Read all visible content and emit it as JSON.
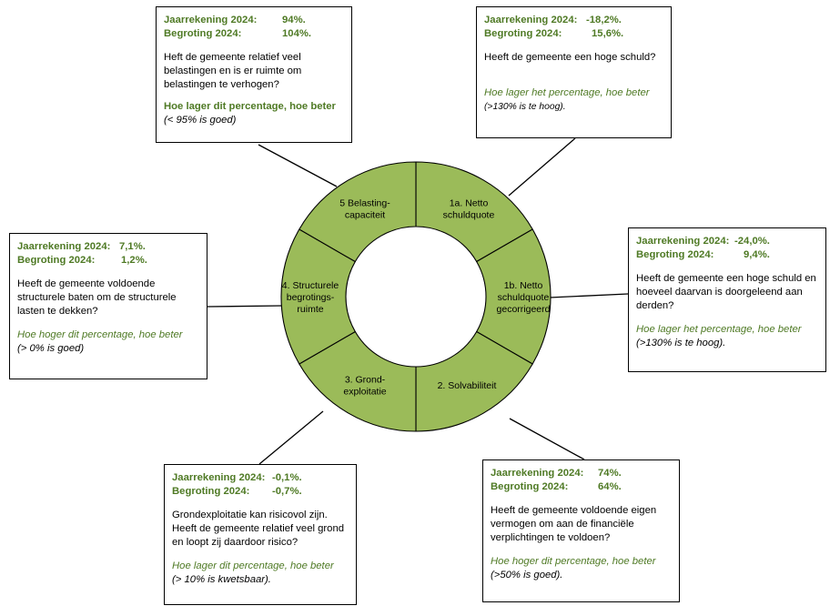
{
  "wheel": {
    "fill": "#9bbb59",
    "segments": [
      {
        "id": "1a",
        "lines": [
          "1a. Netto",
          "schuldquote"
        ]
      },
      {
        "id": "1b",
        "lines": [
          "1b. Netto",
          "schuldquote",
          "gecorrigeerd"
        ]
      },
      {
        "id": "2",
        "lines": [
          "2. Solvabiliteit"
        ]
      },
      {
        "id": "3",
        "lines": [
          "3. Grond-",
          "exploitatie"
        ]
      },
      {
        "id": "4",
        "lines": [
          "4. Structurele",
          "begrotings-",
          "ruimte"
        ]
      },
      {
        "id": "5",
        "lines": [
          "5 Belasting-",
          "capaciteit"
        ]
      }
    ]
  },
  "boxes": {
    "belasting": {
      "jaar_label": "Jaarrekening 2024:",
      "jaar_value": "94%.",
      "begr_label": "Begroting 2024:",
      "begr_value": "104%.",
      "question": "Heft de gemeente relatief veel belastingen en is er ruimte om belastingen te verhogen?",
      "hint": "Hoe lager dit percentage, hoe beter",
      "note": "(< 95% is goed)"
    },
    "schuld": {
      "jaar_label": "Jaarrekening 2024:",
      "jaar_value": "-18,2%.",
      "begr_label": "Begroting 2024:",
      "begr_value": "15,6%.",
      "question": "Heeft de gemeente een hoge schuld?",
      "hint": "Hoe lager het percentage, hoe beter",
      "note": "(>130% is te hoog)."
    },
    "schuld_gecorr": {
      "jaar_label": "Jaarrekening 2024:",
      "jaar_value": "-24,0%.",
      "begr_label": "Begroting 2024:",
      "begr_value": "9,4%.",
      "question": "Heeft de gemeente een hoge schuld en hoeveel daarvan is doorgeleend aan derden?",
      "hint": "Hoe lager het percentage, hoe beter",
      "note": "(>130% is te hoog)."
    },
    "structureel": {
      "jaar_label": "Jaarrekening 2024:",
      "jaar_value": "7,1%.",
      "begr_label": "Begroting 2024:",
      "begr_value": "1,2%.",
      "question": "Heeft de gemeente voldoende structurele baten om de structurele lasten te dekken?",
      "hint": "Hoe hoger dit percentage, hoe beter",
      "note": "(> 0% is goed)"
    },
    "grond": {
      "jaar_label": "Jaarrekening 2024:",
      "jaar_value": "-0,1%.",
      "begr_label": "Begroting 2024:",
      "begr_value": "-0,7%.",
      "question": "Grondexploitatie kan risicovol zijn. Heeft de gemeente relatief veel grond en loopt zij daardoor risico?",
      "hint": "Hoe lager dit percentage, hoe beter",
      "note": "(> 10% is kwetsbaar)."
    },
    "solvabiliteit": {
      "jaar_label": "Jaarrekening 2024:",
      "jaar_value": "74%.",
      "begr_label": "Begroting 2024:",
      "begr_value": "64%.",
      "question": "Heeft de gemeente voldoende eigen vermogen om aan de financiële verplichtingen te voldoen?",
      "hint": "Hoe hoger dit percentage, hoe beter",
      "note": "(>50% is goed)."
    }
  }
}
